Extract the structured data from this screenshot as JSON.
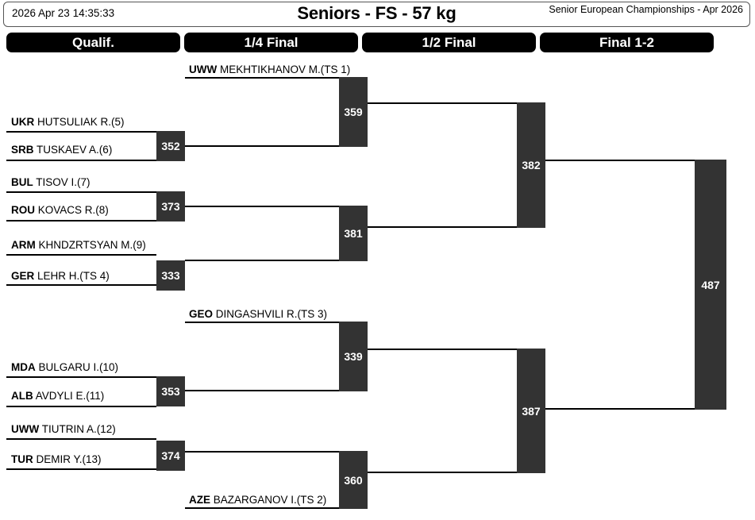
{
  "header": {
    "datetime": "2026 Apr 23 14:35:33",
    "title": "Seniors - FS - 57 kg",
    "event": "Senior European Championships - Apr 2026"
  },
  "rounds": [
    {
      "key": "qualif",
      "label": "Qualif."
    },
    {
      "key": "quarter",
      "label": "1/4 Final"
    },
    {
      "key": "semi",
      "label": "1/2 Final"
    },
    {
      "key": "final",
      "label": "Final 1-2"
    }
  ],
  "competitors": {
    "c1": {
      "country": "UWW",
      "name": "MEKHTIKHANOV M.(TS 1)"
    },
    "c2": {
      "country": "UKR",
      "name": "HUTSULIAK R.(5)"
    },
    "c3": {
      "country": "SRB",
      "name": "TUSKAEV A.(6)"
    },
    "c4": {
      "country": "BUL",
      "name": "TISOV I.(7)"
    },
    "c5": {
      "country": "ROU",
      "name": "KOVACS R.(8)"
    },
    "c6": {
      "country": "ARM",
      "name": "KHNDZRTSYAN M.(9)"
    },
    "c7": {
      "country": "GER",
      "name": "LEHR H.(TS 4)"
    },
    "c8": {
      "country": "GEO",
      "name": "DINGASHVILI R.(TS 3)"
    },
    "c9": {
      "country": "MDA",
      "name": "BULGARU I.(10)"
    },
    "c10": {
      "country": "ALB",
      "name": "AVDYLI E.(11)"
    },
    "c11": {
      "country": "UWW",
      "name": "TIUTRIN A.(12)"
    },
    "c12": {
      "country": "TUR",
      "name": "DEMIR Y.(13)"
    },
    "c13": {
      "country": "AZE",
      "name": "BAZARGANOV I.(TS 2)"
    }
  },
  "matches": {
    "m352": {
      "number": "352",
      "round": "qualif"
    },
    "m373": {
      "number": "373",
      "round": "qualif"
    },
    "m333": {
      "number": "333",
      "round": "qualif"
    },
    "m353": {
      "number": "353",
      "round": "qualif"
    },
    "m374": {
      "number": "374",
      "round": "qualif"
    },
    "m359": {
      "number": "359",
      "round": "quarter"
    },
    "m381": {
      "number": "381",
      "round": "quarter"
    },
    "m339": {
      "number": "339",
      "round": "quarter"
    },
    "m360": {
      "number": "360",
      "round": "quarter"
    },
    "m382": {
      "number": "382",
      "round": "semi"
    },
    "m387": {
      "number": "387",
      "round": "semi"
    },
    "m487": {
      "number": "487",
      "round": "final"
    }
  },
  "colors": {
    "match_box": "#333333",
    "round_header": "#000000",
    "line": "#000000",
    "text": "#000000",
    "match_number_text": "#ffffff"
  }
}
